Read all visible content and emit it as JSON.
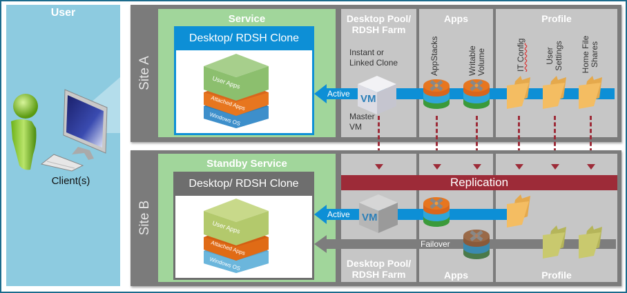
{
  "user": {
    "title": "User",
    "client_label": "Client(s)"
  },
  "site_a": {
    "label": "Site A",
    "service_title": "Service",
    "clone_title": "Desktop/ RDSH Clone",
    "layers": [
      "User Apps",
      "Attached Apps",
      "Windows OS"
    ],
    "pool_title_line1": "Desktop Pool/",
    "pool_title_line2": "RDSH Farm",
    "clone_type_line1": "Instant or",
    "clone_type_line2": "Linked Clone",
    "master_vm_line1": "Master",
    "master_vm_line2": "VM",
    "vm_badge": "VM",
    "apps_title": "Apps",
    "apps_items": [
      "AppStacks",
      "Writable Volume"
    ],
    "profile_title": "Profile",
    "profile_items": [
      "IT Config",
      "User Settings",
      "Home File Shares"
    ],
    "active_label": "Active"
  },
  "site_b": {
    "label": "Site B",
    "service_title": "Standby Service",
    "clone_title": "Desktop/ RDSH Clone",
    "layers": [
      "User Apps",
      "Attached Apps",
      "Windows OS"
    ],
    "replication_label": "Replication",
    "vm_badge": "VM",
    "active_label": "Active",
    "failover_label": "Failover",
    "pool_title_line1": "Desktop Pool/",
    "pool_title_line2": "RDSH Farm",
    "apps_title": "Apps",
    "profile_title": "Profile"
  },
  "colors": {
    "user_bg": "#8dcbe0",
    "site_bg": "#7b7b7b",
    "service_bg": "#a1d69b",
    "active_blue": "#0d8fd6",
    "replication_red": "#9d2b38",
    "column_bg": "#c6c6c6"
  }
}
